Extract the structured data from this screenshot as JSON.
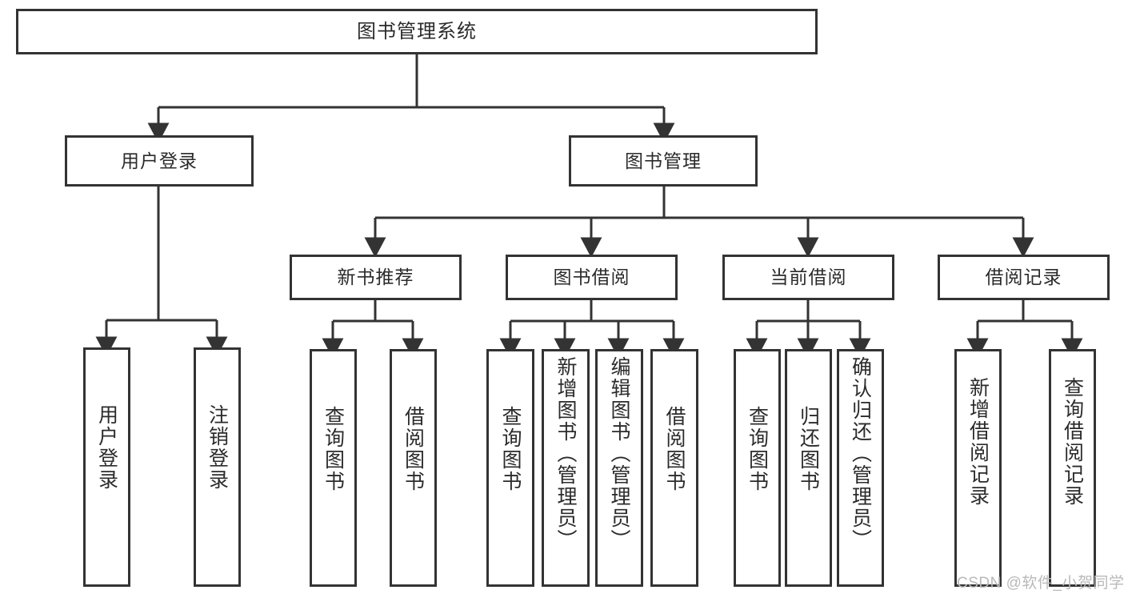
{
  "diagram": {
    "type": "tree",
    "title": "图书管理系统",
    "root": {
      "id": "root",
      "label": "图书管理系统"
    },
    "level2": [
      {
        "id": "user-login",
        "label": "用户登录"
      },
      {
        "id": "book-manage",
        "label": "图书管理"
      }
    ],
    "level3": [
      {
        "id": "new-book-rec",
        "label": "新书推荐"
      },
      {
        "id": "book-borrow",
        "label": "图书借阅"
      },
      {
        "id": "current-borrow",
        "label": "当前借阅"
      },
      {
        "id": "borrow-record",
        "label": "借阅记录"
      }
    ],
    "leaves": [
      {
        "id": "leaf-user-login",
        "label": "用户登录",
        "parent": "user-login"
      },
      {
        "id": "leaf-user-logout",
        "label": "注销登录",
        "parent": "user-login"
      },
      {
        "id": "leaf-query-book-1",
        "label": "查询图书",
        "parent": "new-book-rec"
      },
      {
        "id": "leaf-borrow-book-1",
        "label": "借阅图书",
        "parent": "new-book-rec"
      },
      {
        "id": "leaf-query-book-2",
        "label": "查询图书",
        "parent": "book-borrow"
      },
      {
        "id": "leaf-add-book",
        "label": "新增图书（管理员）",
        "parent": "book-borrow"
      },
      {
        "id": "leaf-edit-book",
        "label": "编辑图书（管理员）",
        "parent": "book-borrow"
      },
      {
        "id": "leaf-borrow-book-2",
        "label": "借阅图书",
        "parent": "book-borrow"
      },
      {
        "id": "leaf-query-book-3",
        "label": "查询图书",
        "parent": "current-borrow"
      },
      {
        "id": "leaf-return-book",
        "label": "归还图书",
        "parent": "current-borrow"
      },
      {
        "id": "leaf-confirm-return",
        "label": "确认归还（管理员）",
        "parent": "current-borrow"
      },
      {
        "id": "leaf-add-record",
        "label": "新增借阅记录",
        "parent": "borrow-record"
      },
      {
        "id": "leaf-query-record",
        "label": "查询借阅记录",
        "parent": "borrow-record"
      }
    ],
    "colors": {
      "border": "#333333",
      "background": "#ffffff",
      "text": "#2b2b2b",
      "watermark": "#b9b9b9"
    }
  },
  "watermark": {
    "text": "CSDN @软件_小贺同学"
  }
}
